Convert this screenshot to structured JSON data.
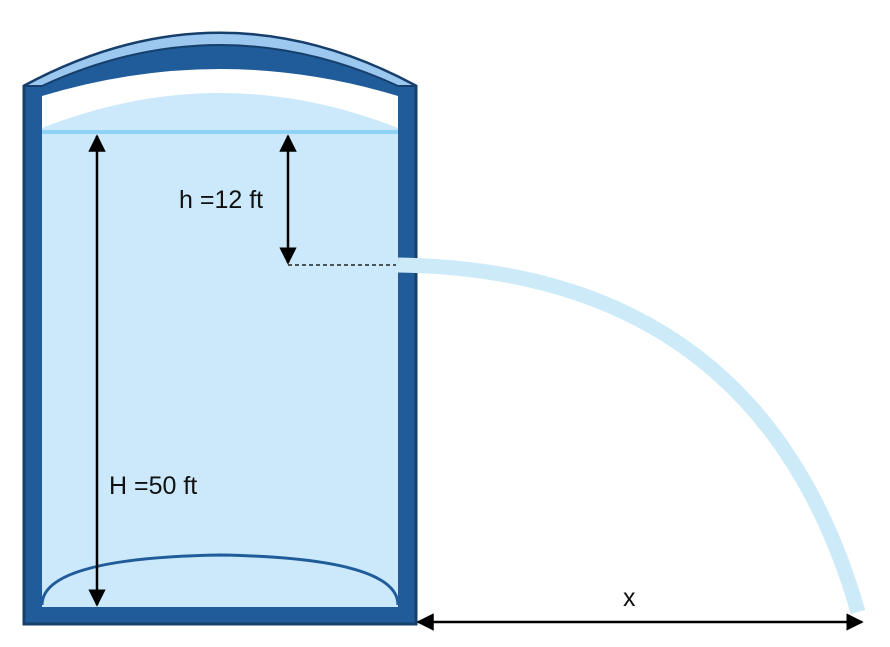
{
  "labels": {
    "h": "h =12 ft",
    "H": "H =50 ft",
    "x": "x"
  },
  "colors": {
    "tank_wall": "#1f5c99",
    "tank_outline": "#173f6b",
    "rim": "#9cc8f0",
    "water": "#cbe9fb",
    "water_surface": "#8ed3f5",
    "jet": "#cdeaf9",
    "dimension": "#000000"
  }
}
